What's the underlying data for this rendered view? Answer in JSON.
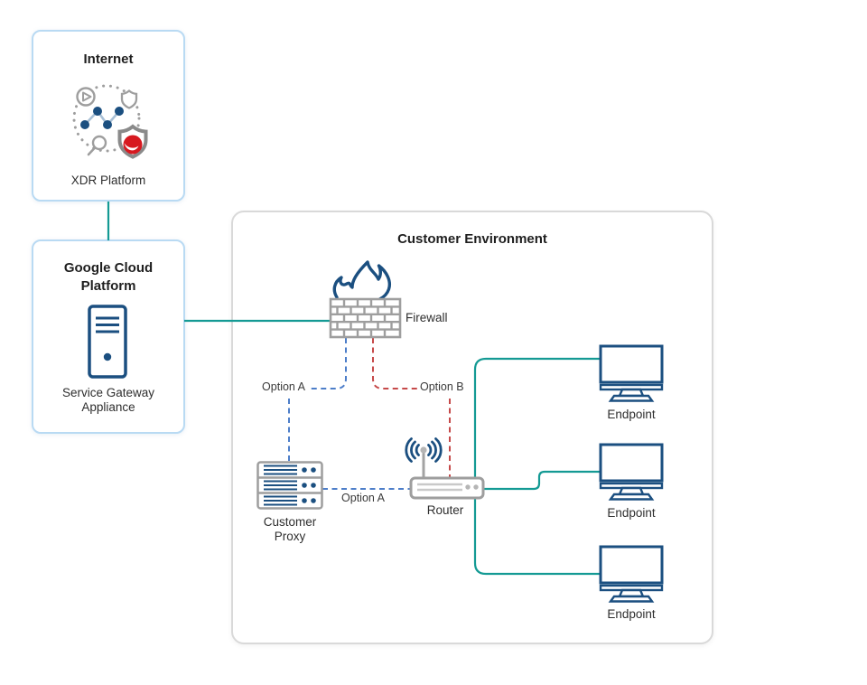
{
  "colors": {
    "teal": "#149a94",
    "blue_dash": "#4d7ec9",
    "red_dash": "#c64949",
    "navy": "#1b4f80",
    "icon_gray": "#9e9e9e",
    "box_blue_border": "#b9daf3",
    "box_gray_border": "#d9d9d9",
    "logo_red": "#d71920",
    "text": "#262626"
  },
  "internet_box": {
    "title": "Internet",
    "icon": "xdr-platform-icon",
    "label": "XDR Platform"
  },
  "gcp_box": {
    "title": "Google Cloud Platform",
    "icon": "service-gateway-appliance-icon",
    "label": "Service Gateway Appliance"
  },
  "customer_environment": {
    "title": "Customer Environment",
    "firewall": "Firewall",
    "customer_proxy": "Customer Proxy",
    "router": "Router",
    "endpoints": [
      "Endpoint",
      "Endpoint",
      "Endpoint"
    ],
    "connections": {
      "firewall_to_proxy": "Option A",
      "firewall_to_router": "Option B",
      "proxy_to_router": "Option A"
    }
  }
}
